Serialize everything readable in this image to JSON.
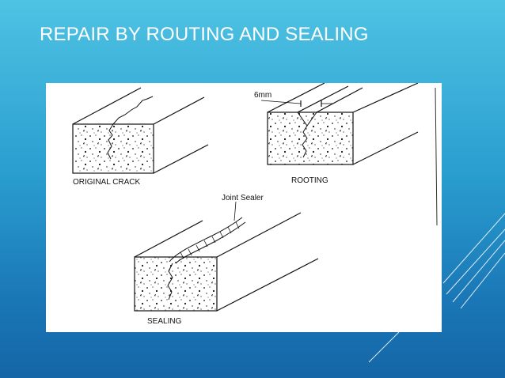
{
  "slide": {
    "title": "REPAIR BY ROUTING AND SEALING"
  },
  "diagram": {
    "labels": {
      "original_crack": "ORIGINAL CRACK",
      "rooting": "ROOTING",
      "sealing": "SEALING",
      "joint_sealer": "Joint Sealer",
      "dimension": "6mm"
    }
  },
  "colors": {
    "background_top": "#4fc3e3",
    "background_bottom": "#1466a6",
    "panel": "#ffffff",
    "line": "#111111"
  }
}
